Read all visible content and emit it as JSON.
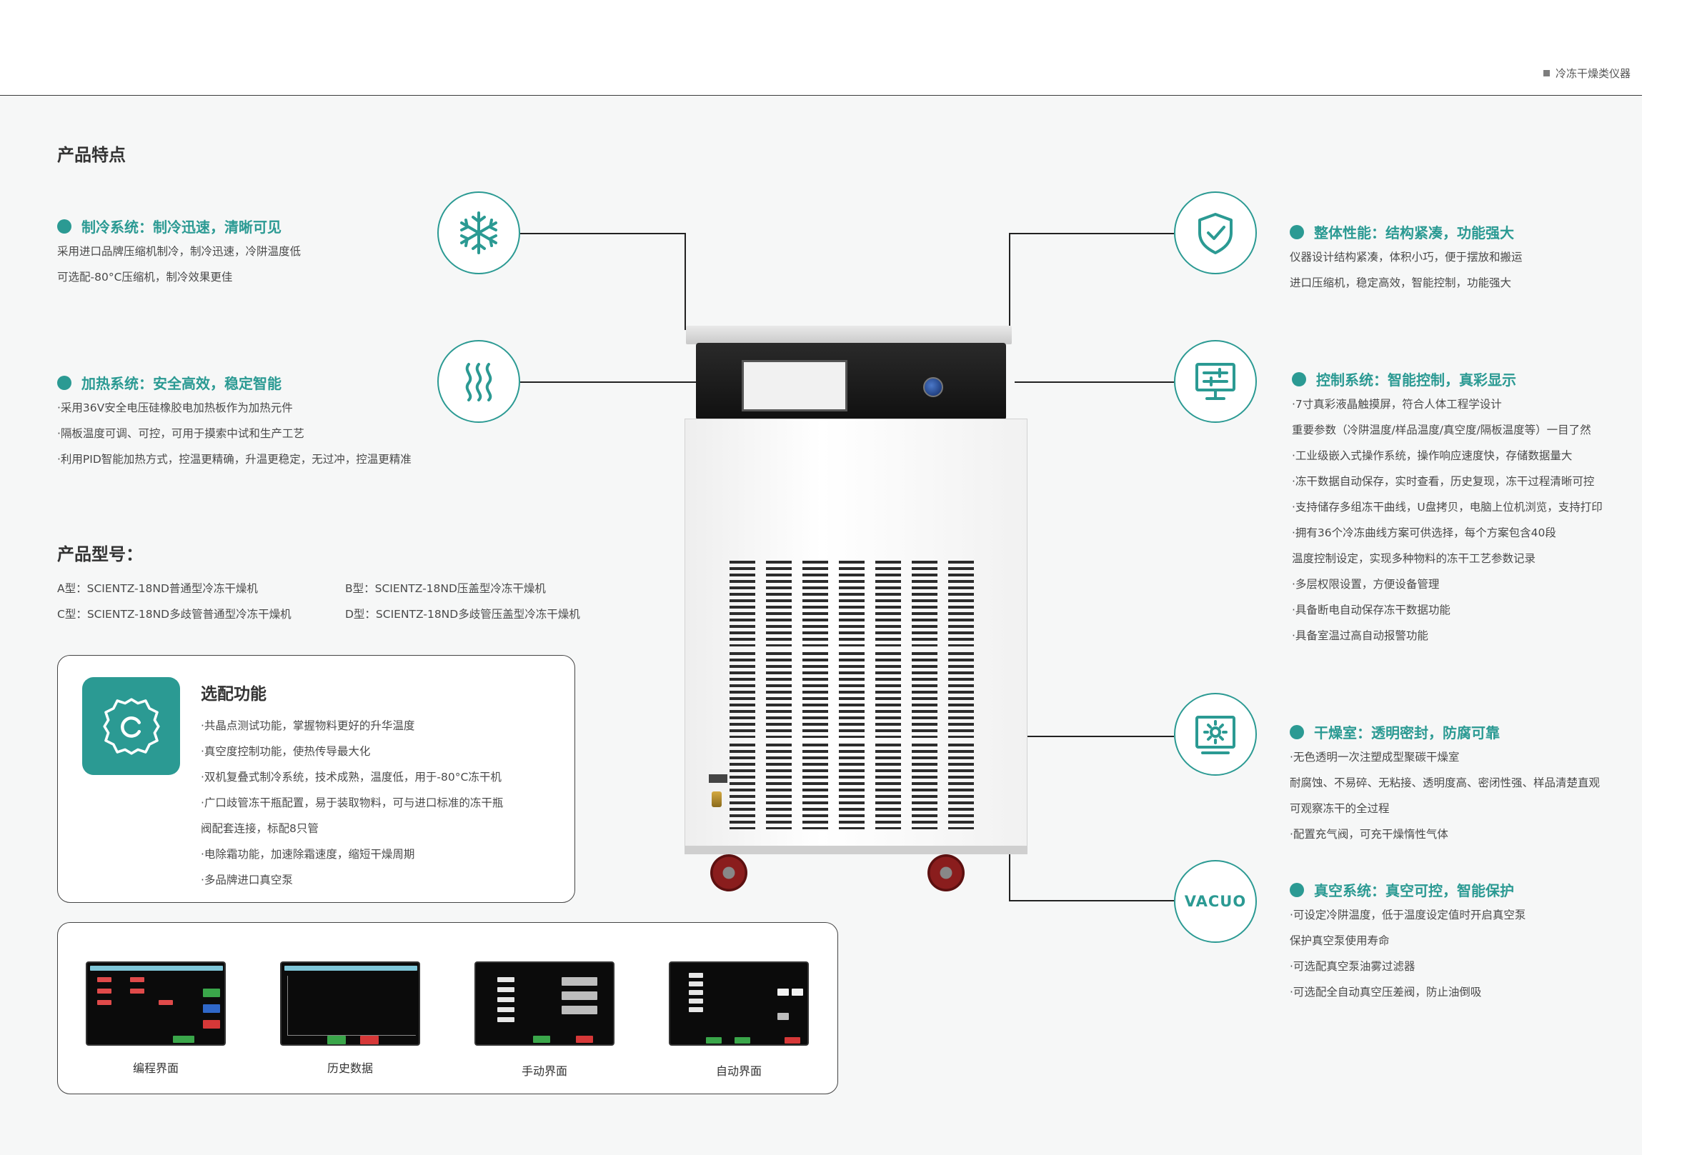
{
  "header": {
    "category": "冷冻干燥类仪器"
  },
  "features_title": "产品特点",
  "left_features": [
    {
      "title": "制冷系统：制冷迅速，清晰可见",
      "icon": "snowflake-icon",
      "lines": [
        "采用进口品牌压缩机制冷，制冷迅速，冷阱温度低",
        "可选配-80°C压缩机，制冷效果更佳"
      ]
    },
    {
      "title": "加热系统：安全高效，稳定智能",
      "icon": "heat-waves-icon",
      "lines": [
        "·采用36V安全电压硅橡胶电加热板作为加热元件",
        "·隔板温度可调、可控，可用于摸索中试和生产工艺",
        "·利用PID智能加热方式，控温更精确，升温更稳定，无过冲，控温更精准"
      ]
    }
  ],
  "right_features": [
    {
      "title": "整体性能：结构紧凑，功能强大",
      "icon": "shield-check-icon",
      "lines": [
        "仪器设计结构紧凑，体积小巧，便于摆放和搬运",
        "进口压缩机，稳定高效，智能控制，功能强大"
      ]
    },
    {
      "title": "控制系统：智能控制，真彩显示",
      "icon": "monitor-settings-icon",
      "lines": [
        "·7寸真彩液晶触摸屏，符合人体工程学设计",
        "重要参数（冷阱温度/样品温度/真空度/隔板温度等）一目了然",
        "·工业级嵌入式操作系统，操作响应速度快，存储数据量大",
        "·冻干数据自动保存，实时查看，历史复现，冻干过程清晰可控",
        "·支持储存多组冻干曲线，U盘拷贝，电脑上位机浏览，支持打印",
        "·拥有36个冷冻曲线方案可供选择，每个方案包含40段",
        "温度控制设定，实现多种物料的冻干工艺参数记录",
        "·多层权限设置，方便设备管理",
        "·具备断电自动保存冻干数据功能",
        "·具备室温过高自动报警功能"
      ]
    },
    {
      "title": "干燥室：透明密封，防腐可靠",
      "icon": "chamber-light-icon",
      "lines": [
        "·无色透明一次注塑成型聚碳干燥室",
        "耐腐蚀、不易碎、无粘接、透明度高、密闭性强、样品清楚直观",
        "可观察冻干的全过程",
        "·配置充气阀，可充干燥惰性气体"
      ]
    },
    {
      "title": "真空系统：真空可控，智能保护",
      "icon_text": "VACUO",
      "lines": [
        "·可设定冷阱温度，低于温度设定值时开启真空泵",
        "保护真空泵使用寿命",
        "·可选配真空泵油雾过滤器",
        "·可选配全自动真空压差阀，防止油倒吸"
      ]
    }
  ],
  "models": {
    "title": "产品型号：",
    "items": [
      "A型：SCIENTZ-18ND普通型冷冻干燥机",
      "B型：SCIENTZ-18ND压盖型冷冻干燥机",
      "C型：SCIENTZ-18ND多歧管普通型冷冻干燥机",
      "D型：SCIENTZ-18ND多歧管压盖型冷冻干燥机"
    ]
  },
  "options": {
    "title": "选配功能",
    "icon": "gear-icon",
    "lines": [
      "·共晶点测试功能，掌握物料更好的升华温度",
      "·真空度控制功能，使热传导最大化",
      "·双机复叠式制冷系统，技术成熟，温度低，用于-80°C冻干机",
      "·广口歧管冻干瓶配置，易于装取物料，可与进口标准的冻干瓶",
      "阀配套连接，标配8只管",
      "·电除霜功能，加速除霜速度，缩短干燥周期",
      "·多品牌进口真空泵"
    ]
  },
  "screens": [
    {
      "label": "编程界面"
    },
    {
      "label": "历史数据"
    },
    {
      "label": "手动界面"
    },
    {
      "label": "自动界面"
    }
  ],
  "colors": {
    "accent": "#2b9a93",
    "rule": "#3a3a3a",
    "panel": "#f6f7f7"
  }
}
